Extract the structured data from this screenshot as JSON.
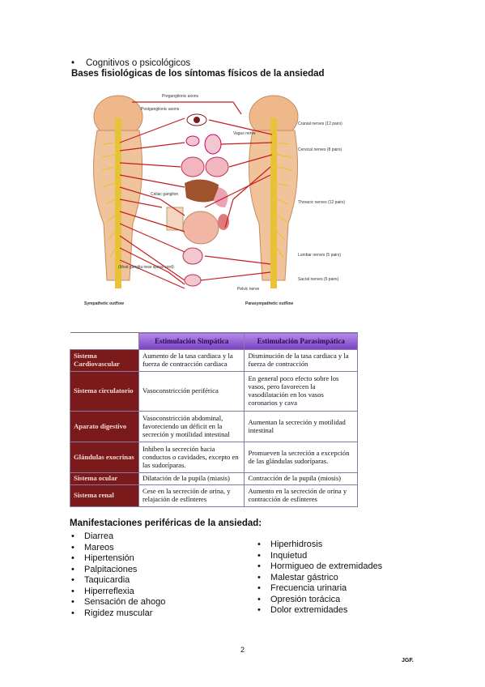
{
  "top_bullet": "Cognitivos o psicológicos",
  "section_title": "Bases fisiológicas de los síntomas físicos de la ansiedad",
  "diagram": {
    "labels": {
      "preganglionic": "Preganglionic axons",
      "postganglionic": "Postganglionic axons",
      "vagus": "Vagus nerve",
      "cranial": "Cranial nerves (12 pairs)",
      "cervical": "Cervical nerves (8 pairs)",
      "thoracic": "Thoracic nerves (12 pairs)",
      "lumbar": "Lumbar nerves (5 pairs)",
      "sacral": "Sacral nerves (5 pairs)",
      "celiac": "Celiac ganglion",
      "most_ganglia": "(Most ganglia near spinal cord)",
      "pelvic": "Pelvic nerve",
      "symp_outflow": "Sympathetic outflow",
      "parasymp_outflow": "Parasympathetic outflow"
    }
  },
  "table": {
    "headers": [
      "Estimulación Simpática",
      "Estimulación Parasimpática"
    ],
    "rows": [
      {
        "system": "Sistema Cardiovascular",
        "simp": "Aumento de la tasa cardiaca y la fuerza de contracción cardiaca",
        "para": "Disminución de la tasa cardiaca y la fuerza de contracción"
      },
      {
        "system": "Sistema circulatorio",
        "simp": "Vasoconstricción periférica",
        "para": "En general poco efecto sobre los vasos, pero favorecen la vasodilatación en los vasos coronarios y cava"
      },
      {
        "system": "Aparato digestivo",
        "simp": "Vasoconstricción abdominal, favoreciendo un déficit en la secreción y motilidad intestinal",
        "para": "Aumentan la secreción y motilidad intestinal"
      },
      {
        "system": "Glándulas exocrinas",
        "simp": "Inhiben la secreción hacia conductos o cavidades, excepto en las sudoríparas.",
        "para": "Promueven la secreción a excepción de las glándulas sudoríparas."
      },
      {
        "system": "Sistema ocular",
        "simp": "Dilatación de la pupila (miasis)",
        "para": "Contracción de la pupila (miosis)"
      },
      {
        "system": "Sistema renal",
        "simp": "Cese en la secreción de orina, y relajación de esfínteres",
        "para": "Aumento en la secreción de orina y contracción de esfínteres"
      }
    ]
  },
  "manifest_title": "Manifestaciones periféricas de la ansiedad:",
  "left_list": [
    "Diarrea",
    "Mareos",
    "Hipertensión",
    "Palpitaciones",
    "Taquicardia",
    "Hiperreflexia",
    "Sensación de ahogo",
    "Rigidez muscular"
  ],
  "right_list": [
    "Hiperhidrosis",
    "Inquietud",
    "Hormigueo de extremidades",
    "Malestar gástrico",
    "Frecuencia urinaria",
    "Opresión torácica",
    "Dolor extremidades"
  ],
  "page_number": "2",
  "author": "JGF."
}
